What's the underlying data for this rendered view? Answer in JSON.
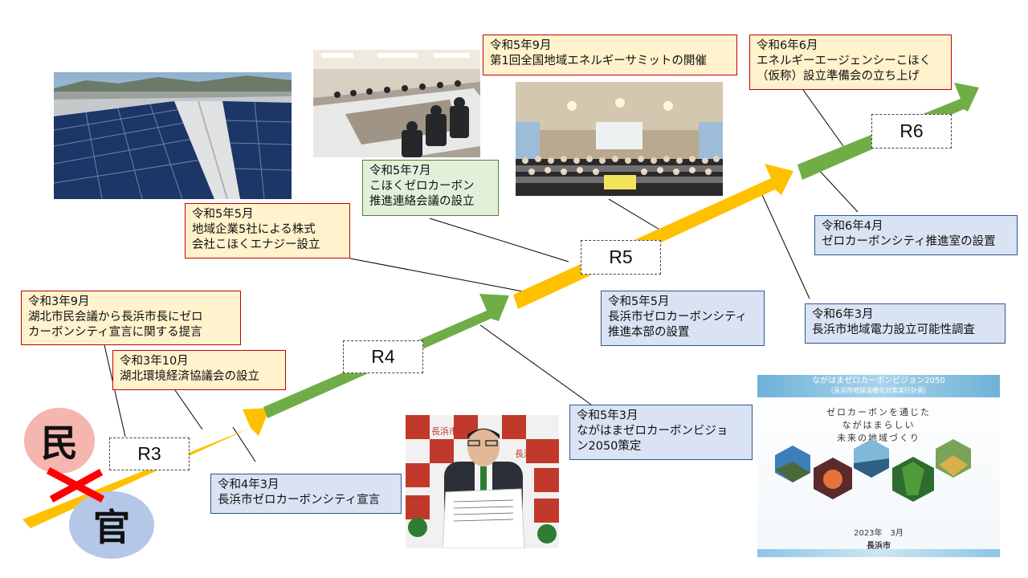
{
  "colors": {
    "arrow_yellow": "#ffc000",
    "arrow_green": "#70ad47",
    "min_circle": "#f4b6ae",
    "kan_circle": "#b4c7e7",
    "cross": "#ff0000"
  },
  "badges": {
    "min": "民",
    "kan": "官"
  },
  "phases": {
    "r3": "R3",
    "r4": "R4",
    "r5": "R5",
    "r6": "R6"
  },
  "events": {
    "r3_sep": [
      "令和3年9月",
      "湖北市民会議から長浜市長にゼロ",
      "カーボンシティ宣言に関する提言"
    ],
    "r3_oct": [
      "令和3年10月",
      "湖北環境経済協議会の設立"
    ],
    "r4_mar": [
      "令和4年3月",
      "長浜市ゼロカーボンシティ宣言"
    ],
    "r5_may_company": [
      "令和5年5月",
      "地域企業5社による株式",
      "会社こほくエナジー設立"
    ],
    "r5_jul": [
      "令和5年7月",
      "こほくゼロカーボン",
      "推進連絡会議の設立"
    ],
    "r5_sep": [
      "令和5年9月",
      "第1回全国地域エネルギーサミットの開催"
    ],
    "r5_may_hq": [
      "令和5年5月",
      "長浜市ゼロカーボンシティ",
      "推進本部の設置"
    ],
    "r5_mar": [
      "令和5年3月",
      "ながはまゼロカーボンビジョ",
      "ン2050策定"
    ],
    "r6_jun": [
      "令和6年6月",
      "エネルギーエージェンシーこほく",
      "（仮称）設立準備会の立ち上げ"
    ],
    "r6_apr": [
      "令和6年4月",
      "ゼロカーボンシティ推進室の設置"
    ],
    "r6_mar": [
      "令和6年3月",
      "長浜市地域電力設立可能性調査"
    ]
  },
  "cover": {
    "title": "ながはまゼロカーボンビジョン2050",
    "subtitle": "（長浜市地球温暖化対策実行計画）",
    "tagline1": "ゼロカーボンを通じた",
    "tagline2": "ながはまらしい",
    "tagline3": "未来の地域づくり",
    "year": "2023年　3月",
    "city": "長浜市"
  },
  "panel": {
    "city_name": "長浜市"
  }
}
